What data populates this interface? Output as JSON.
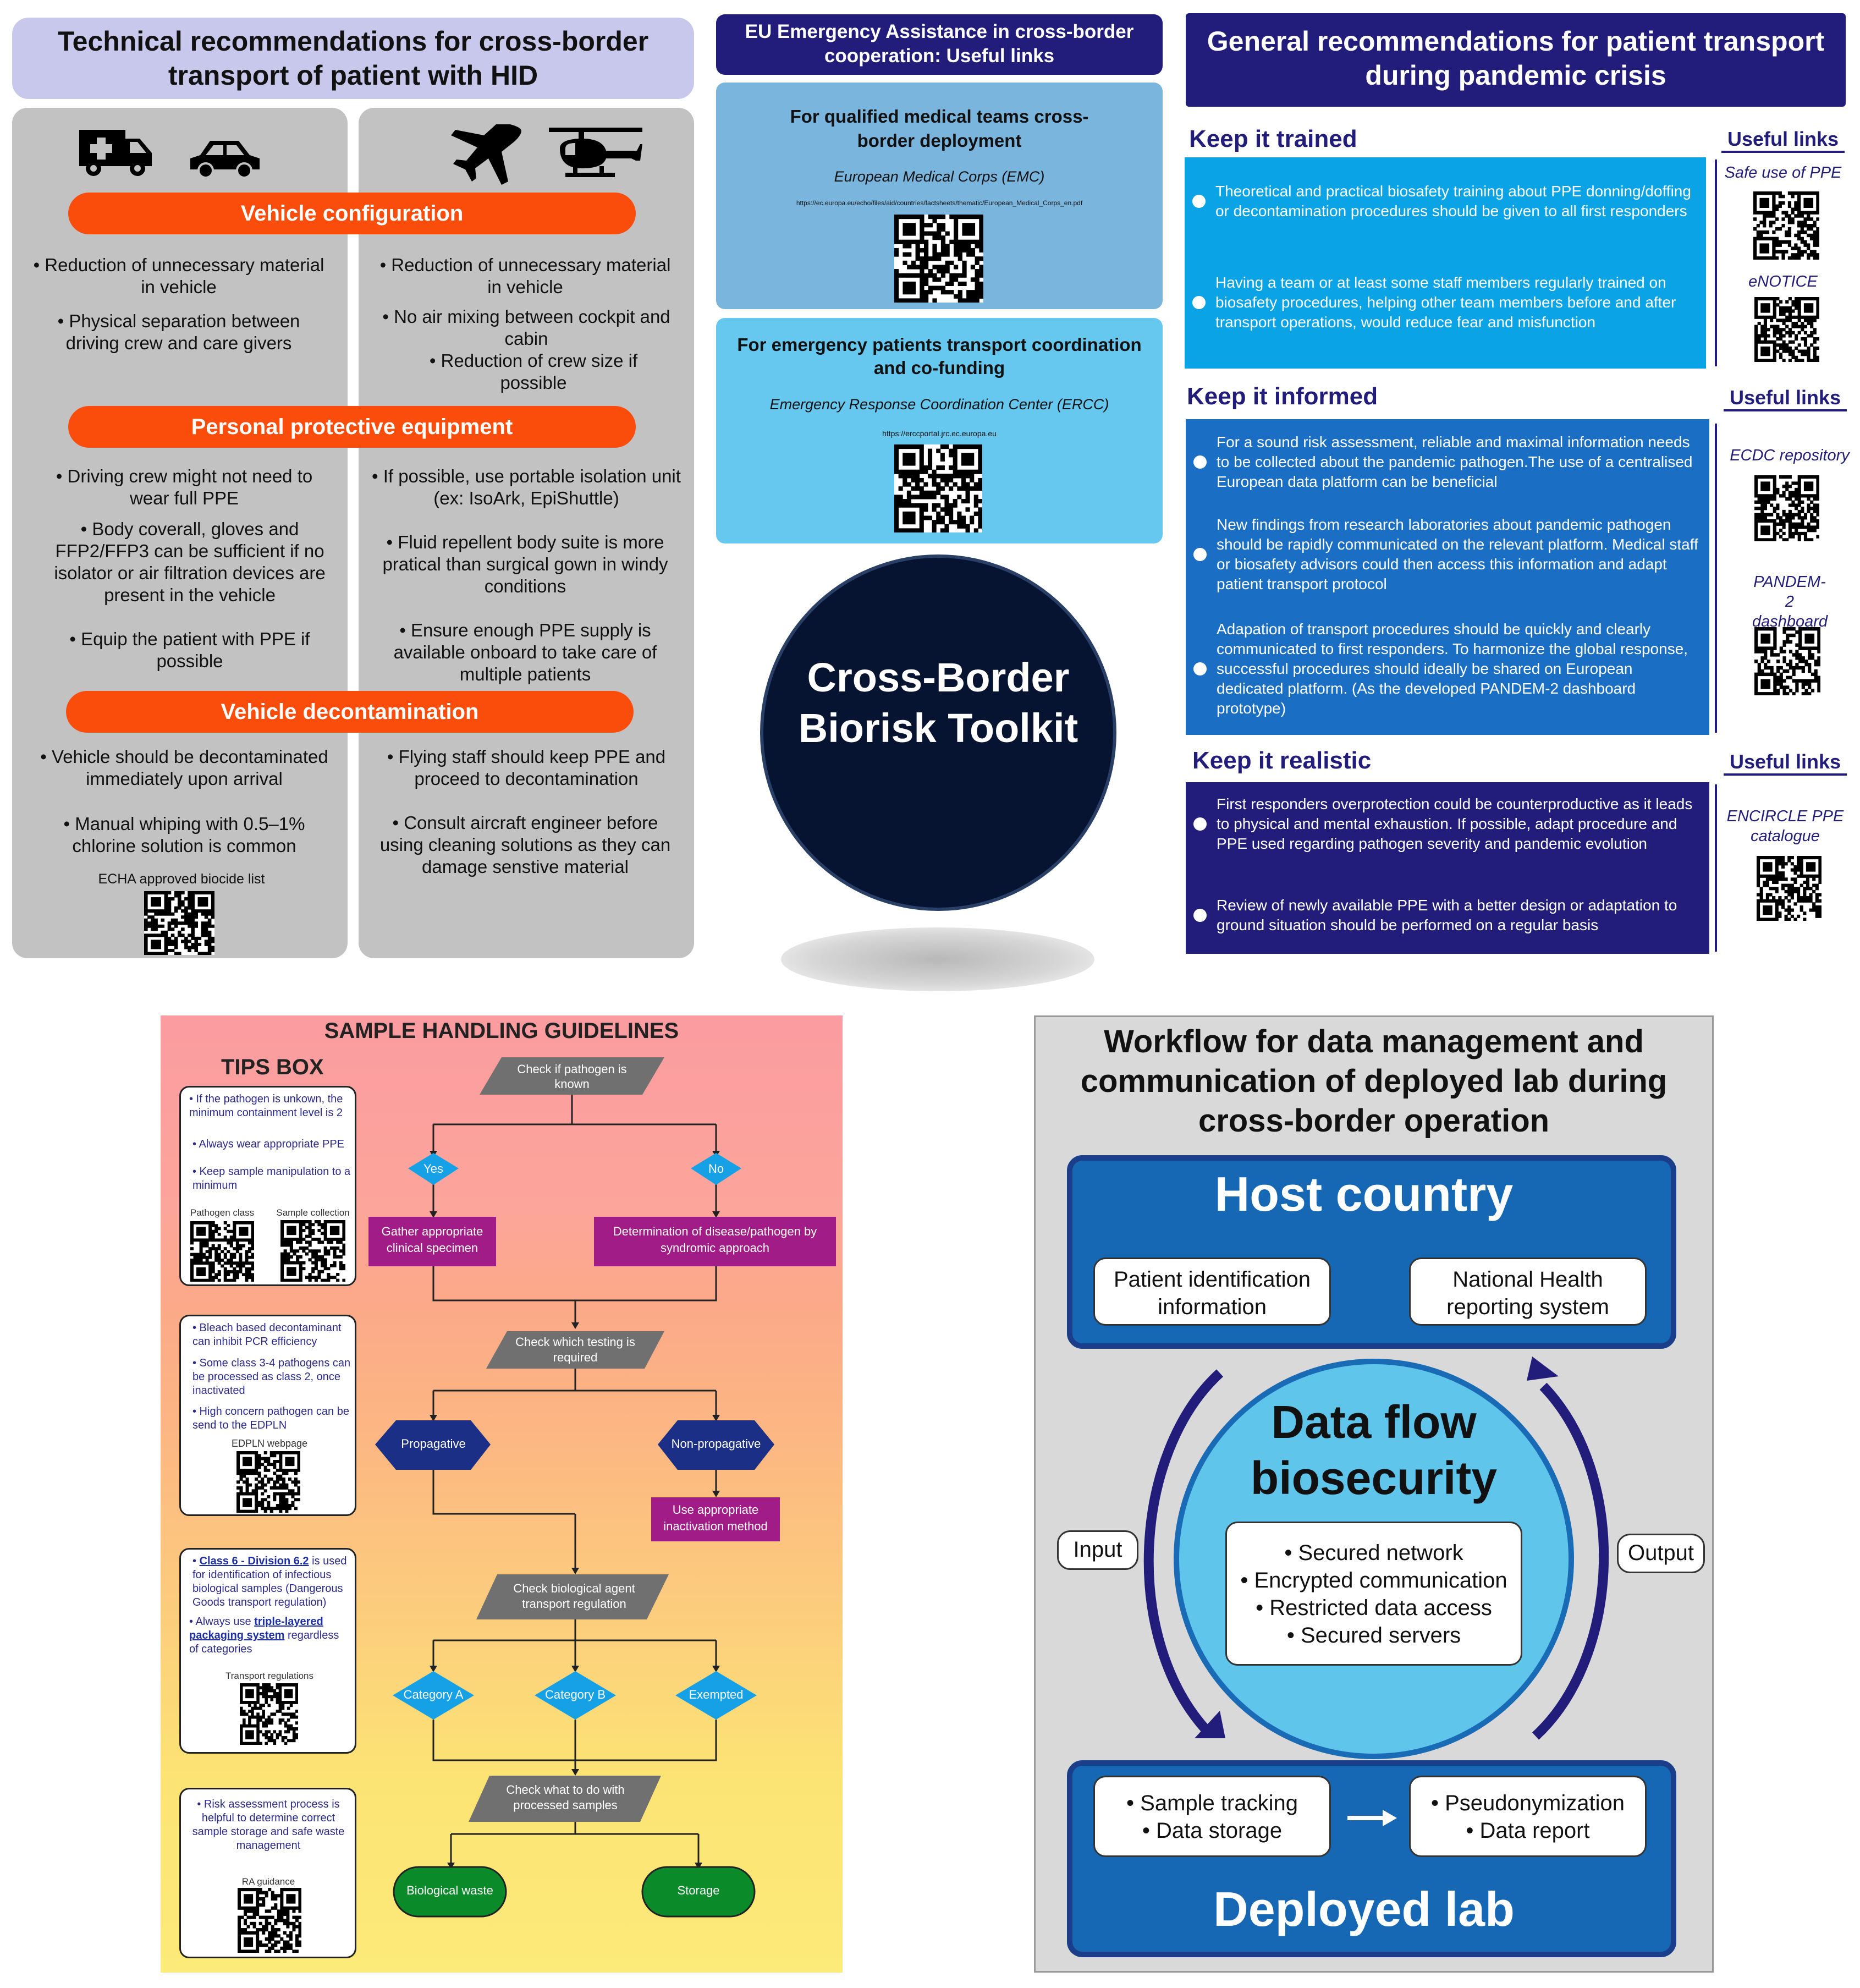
{
  "panel_tech": {
    "title": "Technical recommendations for cross-border transport of patient with HID",
    "icons": [
      "ambulance-icon",
      "car-icon",
      "airplane-icon",
      "helicopter-icon"
    ],
    "section1": "Vehicle configuration",
    "l1a": "• Reduction of unnecessary material in vehicle",
    "l1b": "• Physical separation between driving crew and care givers",
    "r1a": "• Reduction of unnecessary material in vehicle",
    "r1b": "• No air mixing between cockpit and cabin",
    "r1c": "• Reduction of crew size if possible",
    "section2": "Personal protective equipment",
    "l2a": "• Driving crew might not need to wear full PPE",
    "l2b": "• Body coverall, gloves and FFP2/FFP3 can be sufficient if no isolator or air filtration devices are present in the vehicle",
    "l2c": "• Equip the patient with PPE if possible",
    "r2a": "• If possible, use portable isolation unit (ex: IsoArk, EpiShuttle)",
    "r2b": "• Fluid repellent body suite is more pratical than surgical gown in windy conditions",
    "r2c": "• Ensure enough PPE supply is available onboard to take care of multiple patients",
    "section3": "Vehicle decontamination",
    "l3a": "• Vehicle should be decontaminated immediately upon arrival",
    "l3b": "• Manual whiping with 0.5–1% chlorine solution is common",
    "l3c": "ECHA approved biocide list",
    "r3a": "• Flying staff should keep PPE and proceed to decontamination",
    "r3b": "• Consult aircraft engineer before using cleaning solutions as they can damage senstive material"
  },
  "panel_eu": {
    "title": "EU Emergency Assistance in cross-border cooperation: Useful links",
    "box1_title": "For qualified medical teams cross-border deployment",
    "box1_sub": "European Medical Corps (EMC)",
    "box1_url": "https://ec.europa.eu/echo/files/aid/countries/factsheets/thematic/European_Medical_Corps_en.pdf",
    "box2_title": "For emergency patients transport coordination and co-funding",
    "box2_sub": "Emergency Response Coordination Center (ERCC)",
    "box2_url": "https://erccportal.jrc.ec.europa.eu",
    "circle": "Cross-Border Biorisk Toolkit"
  },
  "panel_general": {
    "title": "General recommendations for patient transport during pandemic crisis",
    "useful_links": "Useful links",
    "s1": "Keep it trained",
    "s1_items": [
      "Theoretical and practical biosafety training about PPE donning/doffing or decontamination procedures should be given to all first responders",
      "Having a team or at least some staff members regularly trained on biosafety procedures, helping other team members before and after transport operations, would reduce fear and misfunction"
    ],
    "s1_links": [
      "Safe use of PPE",
      "eNOTICE"
    ],
    "s2": "Keep it informed",
    "s2_items": [
      "For a sound risk assessment, reliable and maximal information needs to be collected about the pandemic pathogen.The use of a centralised European data platform can be beneficial",
      "New findings from research laboratories about pandemic pathogen should be rapidly communicated on the relevant platform. Medical staff or biosafety advisors could then access this information and adapt patient transport protocol",
      "Adapation of transport procedures should be quickly and clearly communicated to first responders. To harmonize the global response, successful procedures should ideally be shared on European dedicated platform. (As the developed PANDEM-2 dashboard prototype)"
    ],
    "s2_links": [
      "ECDC repository",
      "PANDEM-2 dashboard"
    ],
    "s3": "Keep it realistic",
    "s3_items": [
      "First responders overprotection could be counterproductive as it leads to physical and mental exhaustion. If possible, adapt procedure and PPE used regarding pathogen severity and pandemic evolution",
      "Review of newly available PPE with a better design or adaptation to ground situation should be performed on a regular basis"
    ],
    "s3_links": [
      "ENCIRCLE PPE catalogue"
    ]
  },
  "panel_sample": {
    "title": "SAMPLE HANDLING GUIDELINES",
    "tips": "TIPS BOX",
    "tip1": [
      "• If the pathogen is unkown, the minimum containment level is 2",
      "• Always wear appropriate PPE",
      "• Keep sample manipulation to a minimum"
    ],
    "tip1_qr": [
      "Pathogen class",
      "Sample collection"
    ],
    "tip2": [
      "• Bleach based decontaminant can inhibit PCR efficiency",
      "• Some class 3-4 pathogens can be processed as class 2, once inactivated",
      "• High concern pathogen can be send to the EDPLN"
    ],
    "tip2_qr": "EDPLN webpage",
    "tip3_a": "• ",
    "tip3_link1": "Class 6 - Division 6.2",
    "tip3_b": " is used for identification of infectious biological samples (Dangerous Goods transport regulation)",
    "tip3_c": "• Always use ",
    "tip3_link2": "triple-layered packaging system",
    "tip3_d": " regardless of categories",
    "tip3_qr": "Transport regulations",
    "tip4": "• Risk assessment process is helpful to determine correct sample storage and safe waste management",
    "tip4_qr": "RA guidance",
    "f_check": "Check if pathogen is known",
    "f_yes": "Yes",
    "f_no": "No",
    "f_gather": "Gather appropriate clinical specimen",
    "f_determ": "Determination of disease/pathogen by syndromic approach",
    "f_testing": "Check which testing is required",
    "f_prop": "Propagative",
    "f_nonprop": "Non-propagative",
    "f_inact": "Use appropriate inactivation method",
    "f_transport": "Check biological agent transport regulation",
    "f_catA": "Category A",
    "f_catB": "Category B",
    "f_exempt": "Exempted",
    "f_processed": "Check what to do with processed samples",
    "f_waste": "Biological waste",
    "f_storage": "Storage"
  },
  "panel_workflow": {
    "title": "Workflow for data management and communication of deployed lab during cross-border operation",
    "host": "Host country",
    "host_a": "Patient identification information",
    "host_b": "National Health reporting system",
    "center": "Data flow biosecurity",
    "bullets": [
      "• Secured network",
      "• Encrypted communication",
      "• Restricted data access",
      "• Secured servers"
    ],
    "input": "Input",
    "output": "Output",
    "lab": "Deployed lab",
    "lab_a": [
      "• Sample tracking",
      "• Data storage"
    ],
    "lab_b": [
      "• Pseudonymization",
      "• Data report"
    ]
  },
  "colors": {
    "orange": "#fa4d0b",
    "navy": "#221d7a",
    "blue": "#1a6fc4",
    "sky": "#1aa7e8",
    "magenta": "#a21c88",
    "hex": "#1c2f86",
    "diamond": "#16a1e7",
    "green": "#0b8a2a",
    "gray": "#707070"
  }
}
